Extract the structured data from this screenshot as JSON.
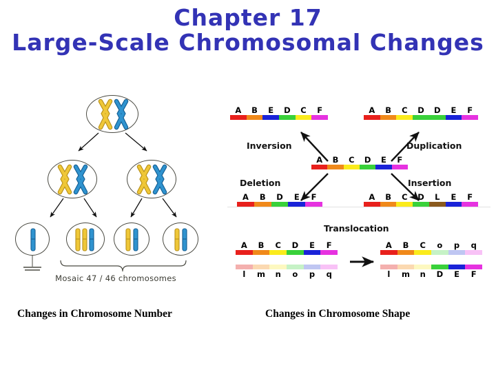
{
  "slide": {
    "title_line_1": "Chapter 17",
    "title_line_2": "Large-Scale Chromosomal Changes",
    "title_color": "#3333b5",
    "background": "#ffffff"
  },
  "captions": {
    "left": "Changes in Chromosome Number",
    "right": "Changes in Chromosome Shape"
  },
  "left_diagram": {
    "name": "chromosome-number-nondisjunction-diagram",
    "mosaic_label": "Mosaic 47 / 46 chromosomes",
    "colors": {
      "gold": "#e8b722",
      "blue": "#1f7fc0",
      "outline": "#4a4a42"
    },
    "cells": [
      {
        "id": "parent-cell",
        "row": 0,
        "contents": "XX",
        "chromosomes": [
          "gold-x",
          "blue-x"
        ]
      },
      {
        "id": "daughter-cell-left",
        "row": 1,
        "contents": "XX",
        "chromosomes": [
          "gold-x",
          "blue-x"
        ]
      },
      {
        "id": "daughter-cell-right",
        "row": 1,
        "contents": "XX",
        "chromosomes": [
          "gold-x",
          "blue-x"
        ]
      },
      {
        "id": "monosomy-cell",
        "row": 2,
        "contents": "1 chromosome",
        "chromosomes": [
          "blue-bar"
        ]
      },
      {
        "id": "trisomy-cell",
        "row": 2,
        "contents": "3 chromosomes",
        "chromosomes": [
          "gold-bar",
          "gold-bar",
          "blue-bar"
        ]
      },
      {
        "id": "normal-cell-1",
        "row": 2,
        "contents": "2 chromosomes",
        "chromosomes": [
          "gold-bar",
          "blue-bar"
        ]
      },
      {
        "id": "normal-cell-2",
        "row": 2,
        "contents": "2 chromosomes",
        "chromosomes": [
          "gold-bar",
          "blue-bar"
        ]
      }
    ],
    "dead_end_marker": "cell-death"
  },
  "right_diagram": {
    "name": "chromosome-shape-mutations-diagram",
    "segment_colors": {
      "A": "#e8201c",
      "B": "#f0891a",
      "C": "#fbeb1c",
      "D": "#39d13a",
      "E": "#1a23d8",
      "F": "#e632e0",
      "L": "#8a5a1e",
      "l": "#f4b0ae",
      "m": "#fbd9b1",
      "n": "#fdf8c0",
      "o": "#c6f2c6",
      "p": "#bfc6f2",
      "q": "#f8c2f6"
    },
    "normal": {
      "label": "",
      "segments": [
        "A",
        "B",
        "C",
        "D",
        "E",
        "F"
      ]
    },
    "mutations": [
      {
        "name": "Inversion",
        "segments": [
          "A",
          "B",
          "E",
          "D",
          "C",
          "F"
        ]
      },
      {
        "name": "Duplication",
        "segments": [
          "A",
          "B",
          "C",
          "D",
          "D",
          "E",
          "F"
        ]
      },
      {
        "name": "Deletion",
        "segments": [
          "A",
          "B",
          "D",
          "E",
          "F"
        ]
      },
      {
        "name": "Insertion",
        "segments": [
          "A",
          "B",
          "C",
          "D",
          "L",
          "E",
          "F"
        ]
      }
    ],
    "translocation": {
      "label": "Translocation",
      "before": {
        "top": [
          "A",
          "B",
          "C",
          "D",
          "E",
          "F"
        ],
        "bottom": [
          "l",
          "m",
          "n",
          "o",
          "p",
          "q"
        ]
      },
      "after": {
        "top": [
          "A",
          "B",
          "C",
          "o",
          "p",
          "q"
        ],
        "bottom": [
          "l",
          "m",
          "n",
          "D",
          "E",
          "F"
        ]
      }
    }
  }
}
